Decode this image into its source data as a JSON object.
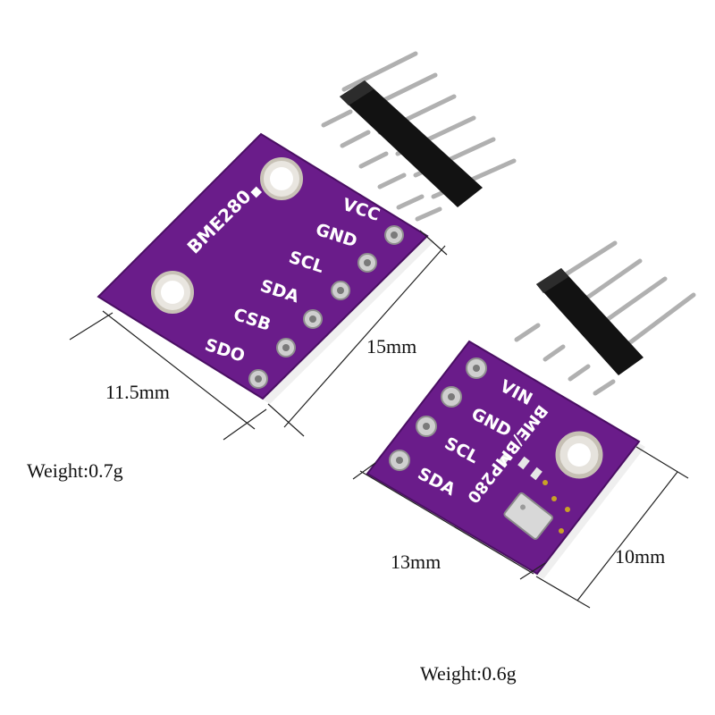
{
  "colors": {
    "pcb": "#6a1c8a",
    "pcb_edge": "#4a0f63",
    "silkscreen": "#ffffff",
    "pad": "#c9c9c9",
    "header_plastic": "#111111",
    "pin_metal": "#b5b5b5"
  },
  "board1": {
    "chip_label": "BME280",
    "pins": [
      "VCC",
      "GND",
      "SCL",
      "SDA",
      "CSB",
      "SDO"
    ],
    "width_label": "11.5mm",
    "height_label": "15mm",
    "weight_label": "Weight:0.7g"
  },
  "board2": {
    "chip_label": "BME/BMP280",
    "pins": [
      "VIN",
      "GND",
      "SCL",
      "SDA"
    ],
    "width_label": "13mm",
    "height_label": "10mm",
    "weight_label": "Weight:0.6g"
  }
}
